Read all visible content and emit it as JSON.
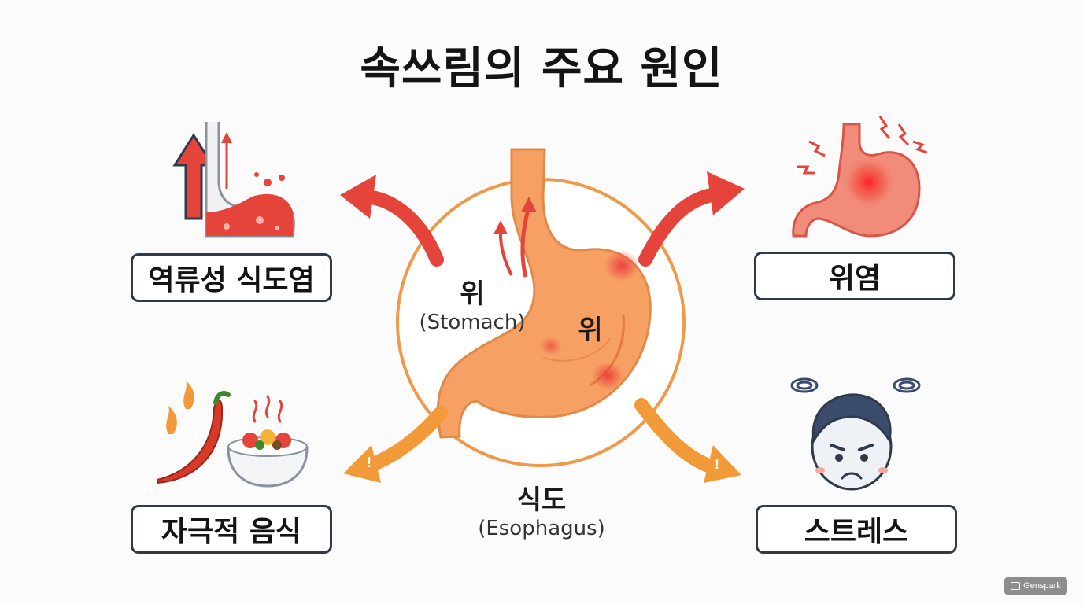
{
  "title": "속쓰림의 주요 원인",
  "causes": {
    "top_left": "역류성 식도염",
    "top_right": "위염",
    "bottom_left": "자극적 음식",
    "bottom_right": "스트레스"
  },
  "center": {
    "stomach_ko": "위",
    "stomach_en": "(Stomach)",
    "stomach_inner": "위",
    "esophagus_ko": "식도",
    "esophagus_en": "(Esophagus)"
  },
  "colors": {
    "stomach": "#f7a064",
    "ring": "#ee9a4a",
    "arrow_red": "#e5443a",
    "arrow_orange": "#f29a38",
    "box_border": "#2f3a4a"
  },
  "icons": [
    "reflux-icon",
    "gastritis-icon",
    "spicy-food-icon",
    "stressed-face-icon"
  ],
  "watermark": "Genspark"
}
